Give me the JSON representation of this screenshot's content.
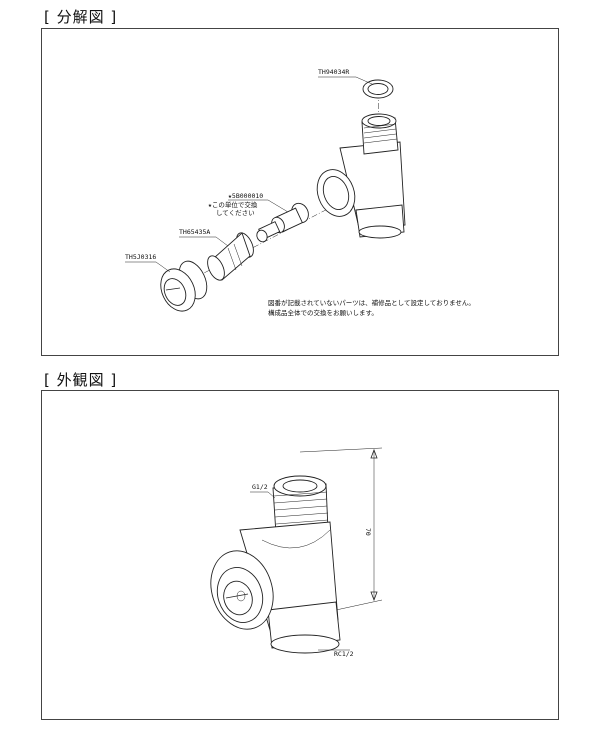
{
  "sections": {
    "exploded_title": "[ 分解図 ]",
    "exterior_title": "[ 外観図 ]"
  },
  "exploded": {
    "labels": {
      "gasket": "TH94034R",
      "cartridge": "★5B000010",
      "cartridge_note_1": "★この単位で交換",
      "cartridge_note_2": "してください",
      "strainer": "TH65435A",
      "cap": "TH5J0316"
    },
    "notes": {
      "line1": "図番が記載されていないパーツは、補修品として設定しておりません。",
      "line2": "構成品全体での交換をお願いします。"
    }
  },
  "exterior": {
    "labels": {
      "top_thread": "G1/2",
      "bottom_thread": "RC1/2",
      "dimension": "70"
    }
  }
}
